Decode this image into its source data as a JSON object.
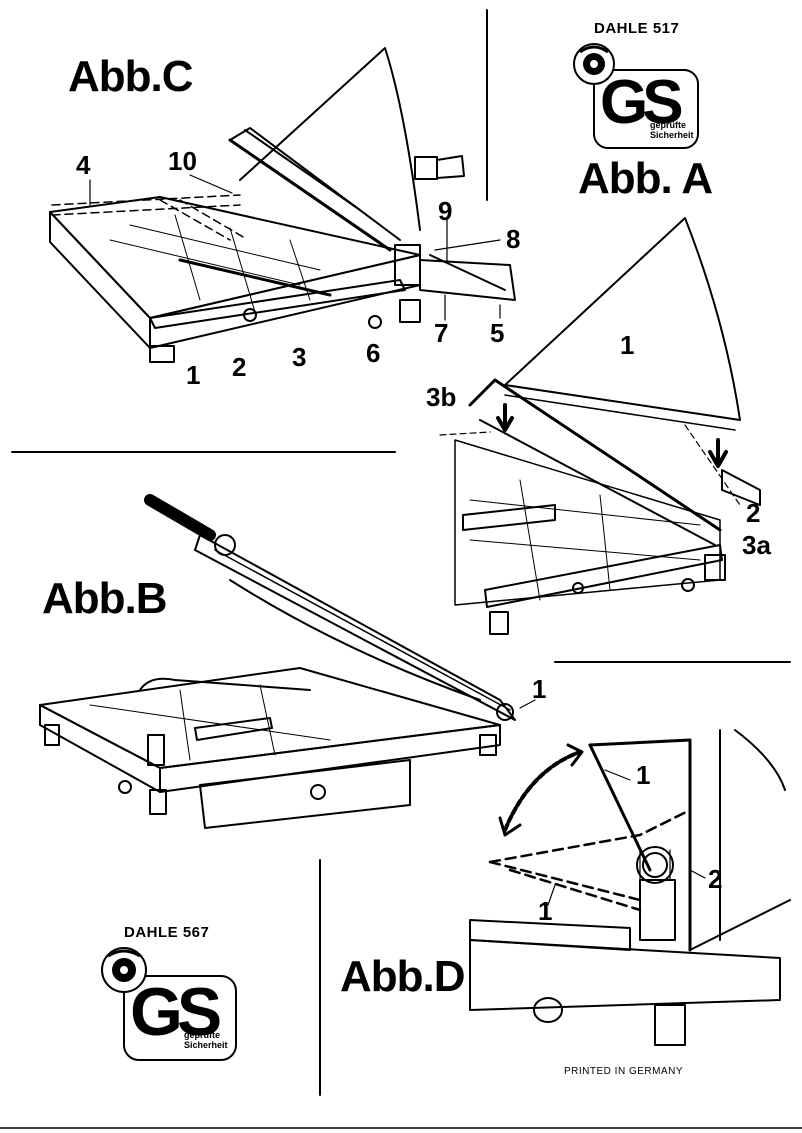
{
  "figures": {
    "c": {
      "title": "Abb.C",
      "callouts": [
        "4",
        "10",
        "9",
        "8",
        "1",
        "2",
        "3",
        "6",
        "7",
        "5"
      ]
    },
    "a": {
      "title": "Abb. A",
      "callouts": [
        "1",
        "3b",
        "2",
        "3a"
      ]
    },
    "b": {
      "title": "Abb.B",
      "callouts": [
        "1"
      ]
    },
    "d": {
      "title": "Abb.D",
      "callouts": [
        "1",
        "2",
        "1"
      ]
    }
  },
  "badges": {
    "top": {
      "model": "DAHLE 517",
      "mark": "GS",
      "caption_line1": "geprüfte",
      "caption_line2": "Sicherheit"
    },
    "bottom": {
      "model": "DAHLE 567",
      "mark": "GS",
      "caption_line1": "geprüfte",
      "caption_line2": "Sicherheit"
    }
  },
  "footer": {
    "printed": "PRINTED IN GERMANY"
  }
}
